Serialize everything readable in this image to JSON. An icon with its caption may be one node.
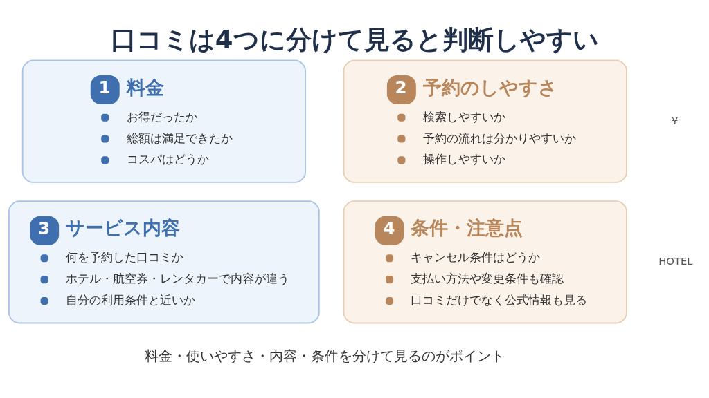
{
  "diagram": {
    "title": "口コミは4つに分けて見ると判断しやすい",
    "caption": "料金・使いやすさ・内容・条件を分けて見るのがポイント",
    "nodes": [
      {
        "text": [
          "1",
          "料金",
          "お得だったか",
          "総額は満足できたか",
          "コスパはどうか"
        ]
      },
      {
        "text": [
          "2",
          "予約のしやすさ",
          "検索しやすいか",
          "予約の流れは分かりやすいか",
          "操作しやすいか"
        ]
      },
      {
        "text": [
          "3",
          "サービス内容",
          "何を予約した口コミか",
          "ホテル・航空券・レンタカーで内容が違う",
          "自分の利用条件と近いか"
        ]
      },
      {
        "text": [
          "4",
          "条件・注意点",
          "キャンセル条件はどうか",
          "支払い方法や変更条件も確認",
          "口コミだけでなく公式情報も見る"
        ]
      }
    ],
    "labels": [
      "¥",
      "HOTEL"
    ]
  }
}
